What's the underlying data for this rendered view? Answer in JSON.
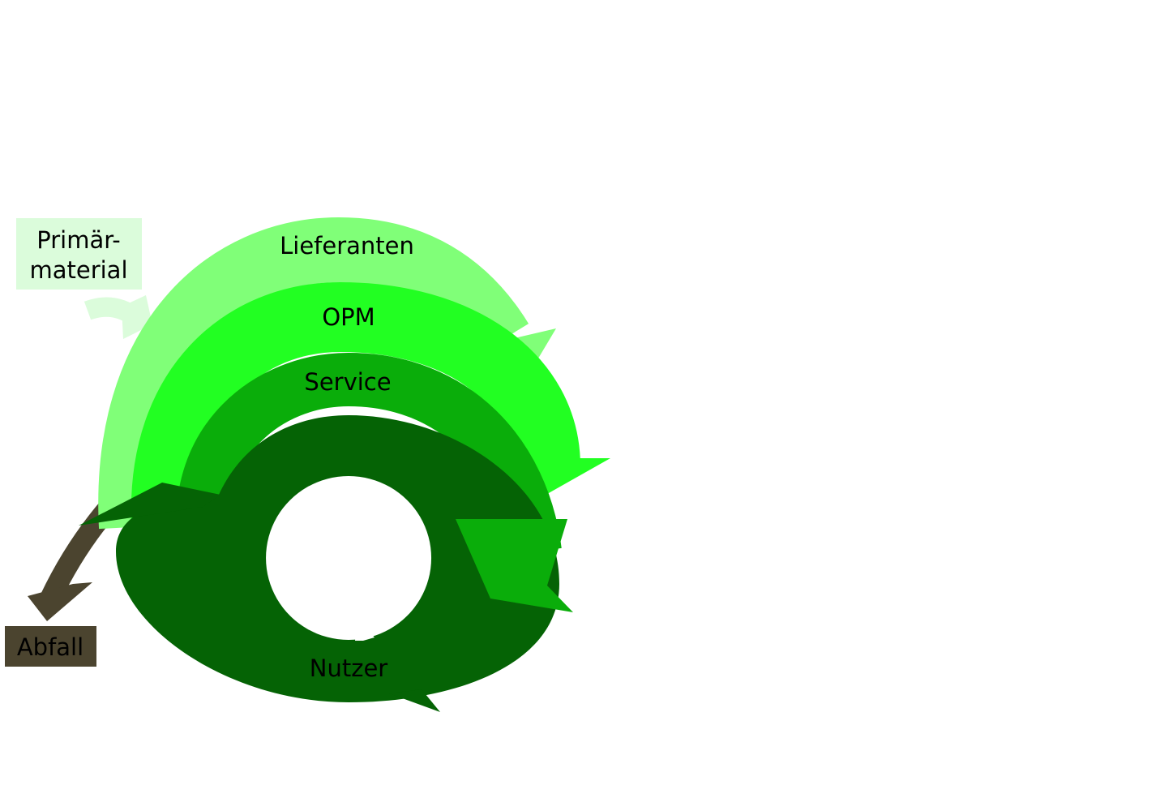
{
  "diagram": {
    "flows": [
      {
        "label": "Lieferanten",
        "color": "#80ff78"
      },
      {
        "label": "OPM",
        "color": "#22ff22"
      },
      {
        "label": "Service",
        "color": "#0aad0a"
      },
      {
        "label": "Nutzer",
        "color": "#056305"
      }
    ],
    "input": {
      "line1": "Primär-",
      "line2": "material",
      "color": "#dbfcdb"
    },
    "output": {
      "label": "Abfall",
      "color": "#4b442f"
    }
  }
}
